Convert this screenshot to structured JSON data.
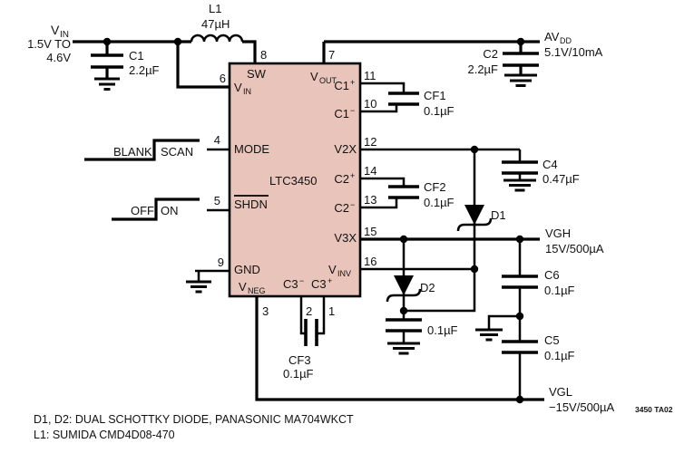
{
  "title_block": {
    "figure_id": "3450 TA02"
  },
  "notes": {
    "line1": "D1, D2: DUAL SCHOTTKY DIODE, PANASONIC MA704WKCT",
    "line2": "L1: SUMIDA CMD4D08-470"
  },
  "source": {
    "name_main": "V",
    "name_sub": "IN",
    "range_line1": "1.5V TO",
    "range_line2": "4.6V"
  },
  "inductor": {
    "ref": "L1",
    "value": "47µH"
  },
  "capacitors": {
    "c1": {
      "ref": "C1",
      "value": "2.2µF"
    },
    "c2": {
      "ref": "C2",
      "value": "2.2µF"
    },
    "c4": {
      "ref": "C4",
      "value": "0.47µF"
    },
    "c5": {
      "ref": "C5",
      "value": "0.1µF"
    },
    "c6": {
      "ref": "C6",
      "value": "0.1µF"
    },
    "cf1": {
      "ref": "CF1",
      "value": "0.1µF"
    },
    "cf2": {
      "ref": "CF2",
      "value": "0.1µF"
    },
    "cf3": {
      "ref": "CF3",
      "value": "0.1µF"
    },
    "cinv": {
      "value": "0.1µF"
    }
  },
  "diodes": {
    "d1": "D1",
    "d2": "D2"
  },
  "chip": {
    "part": "LTC3450",
    "pin_labels": {
      "sw": "SW",
      "vout_main": "V",
      "vout_sub": "OUT",
      "vin_main": "V",
      "vin_sub": "IN",
      "mode": "MODE",
      "shdn": "SHDN",
      "gnd": "GND",
      "vneg_main": "V",
      "vneg_sub": "NEG",
      "c1p_main": "C1",
      "c1p_sup": "+",
      "c1m_main": "C1",
      "c1m_sup": "−",
      "v2x": "V2X",
      "c2p_main": "C2",
      "c2p_sup": "+",
      "c2m_main": "C2",
      "c2m_sup": "−",
      "v3x": "V3X",
      "vinv_main": "V",
      "vinv_sub": "INV",
      "c3m_main": "C3",
      "c3m_sup": "−",
      "c3p_main": "C3",
      "c3p_sup": "+"
    },
    "pin_numbers": {
      "p1": "1",
      "p2": "2",
      "p3": "3",
      "p4": "4",
      "p5": "5",
      "p6": "6",
      "p7": "7",
      "p8": "8",
      "p9": "9",
      "p10": "10",
      "p11": "11",
      "p12": "12",
      "p13": "13",
      "p14": "14",
      "p15": "15",
      "p16": "16"
    }
  },
  "signals": {
    "mode_low": "BLANK",
    "mode_high": "SCAN",
    "shdn_low": "OFF",
    "shdn_high": "ON"
  },
  "outputs": {
    "avdd": {
      "name_main": "AV",
      "name_sub": "DD",
      "spec": "5.1V/10mA"
    },
    "vgh": {
      "name": "VGH",
      "spec": "15V/500µA"
    },
    "vgl": {
      "name": "VGL",
      "spec": "−15V/500µA"
    }
  },
  "colors": {
    "chip_fill": "#e8c4ba",
    "line": "#000000",
    "background": "#ffffff"
  }
}
